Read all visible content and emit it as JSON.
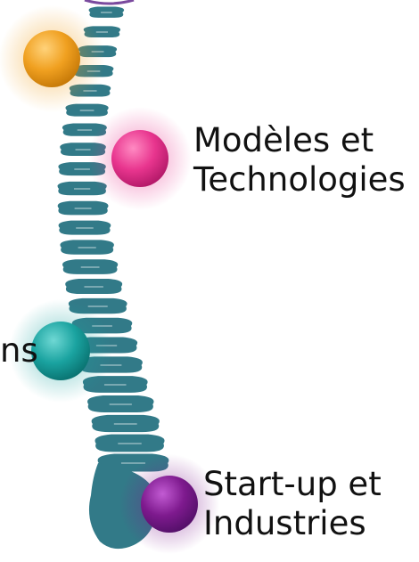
{
  "diagram": {
    "spine_color": "#327a88",
    "nodes": [
      {
        "id": "orange",
        "color": "#f0a020",
        "label_lines": []
      },
      {
        "id": "pink",
        "color": "#e8358e",
        "label_lines": [
          "Modèles et",
          "Technologies"
        ]
      },
      {
        "id": "teal",
        "color": "#1aa3a0",
        "label_lines": [
          "ns"
        ]
      },
      {
        "id": "purple",
        "color": "#7e1a8e",
        "label_lines": [
          "Start-up et",
          "Industries"
        ]
      }
    ]
  }
}
